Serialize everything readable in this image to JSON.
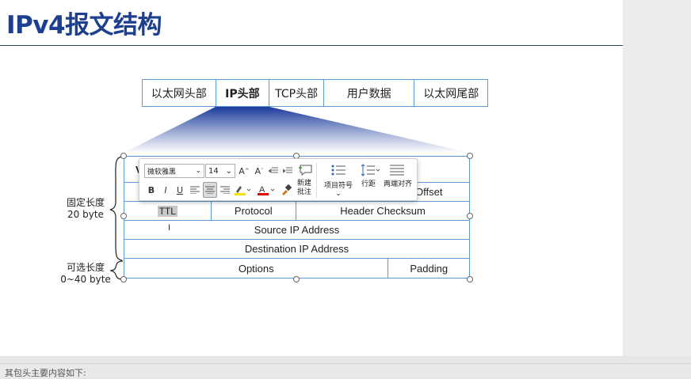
{
  "slide": {
    "title": "IPv4报文结构",
    "frame_cells": [
      "以太网头部",
      "IP头部",
      "TCP头部",
      "用户数据",
      "以太网尾部"
    ],
    "header_rows": {
      "row1_visible_first": "V",
      "row2_last": "Offset",
      "row3": [
        "TTL",
        "Protocol",
        "Header Checksum"
      ],
      "row4": "Source IP Address",
      "row5": "Destination IP Address",
      "row6": [
        "Options",
        "Padding"
      ]
    },
    "fixed_label": [
      "固定长度",
      "20 byte"
    ],
    "optional_label": [
      "可选长度",
      "0~40 byte"
    ]
  },
  "toolbar": {
    "font_name": "微软雅黑",
    "font_size": "14",
    "new_comment": [
      "新建",
      "批注"
    ],
    "bullets": "项目符号",
    "line_spacing": "行距",
    "justify": "两端对齐"
  },
  "status": {
    "notes_text": "其包头主要内容如下:"
  },
  "colors": {
    "title": "#1c3f8f",
    "table_border": "#5b9bd5",
    "zoom_gradient_top": "#1a3a9a"
  }
}
